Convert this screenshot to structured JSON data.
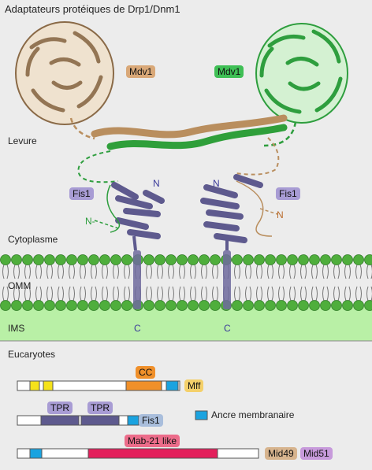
{
  "title": "Adaptateurs protéiques de Drp1/Dnm1",
  "labels": {
    "mdv1_left": "Mdv1",
    "mdv1_right": "Mdv1",
    "levure": "Levure",
    "fis1_left": "Fis1",
    "fis1_right": "Fis1",
    "n_left_top": "N",
    "n_left_bottom": "N-",
    "n_right_top": "N",
    "n_right_bottom": "N",
    "cytoplasme": "Cytoplasme",
    "omm": "OMM",
    "ims": "IMS",
    "c_left": "C",
    "c_right": "C",
    "eucaryotes": "Eucaryotes"
  },
  "domains": {
    "cc": "CC",
    "mff": "Mff",
    "tpr1": "TPR",
    "tpr2": "TPR",
    "fis1": "Fis1",
    "legend_membrane": "Ancre membranaire",
    "mab21": "Mab-21 like",
    "mid49": "Mid49",
    "mid51": "Mid51"
  },
  "colors": {
    "mdv1_yeast_left": "#8a6a47",
    "mdv1_yeast_right": "#2e9e3e",
    "fis1_protein": "#5e5a8e",
    "membrane_head": "#4fae3c",
    "ims": "#b9f0a6",
    "cc_domain": "#f0902a",
    "tpr_domain": "#5e5a8e",
    "membrane_anchor": "#1aa3e0",
    "mab21_domain": "#e3205c",
    "yellow_motif": "#f5e21a"
  }
}
